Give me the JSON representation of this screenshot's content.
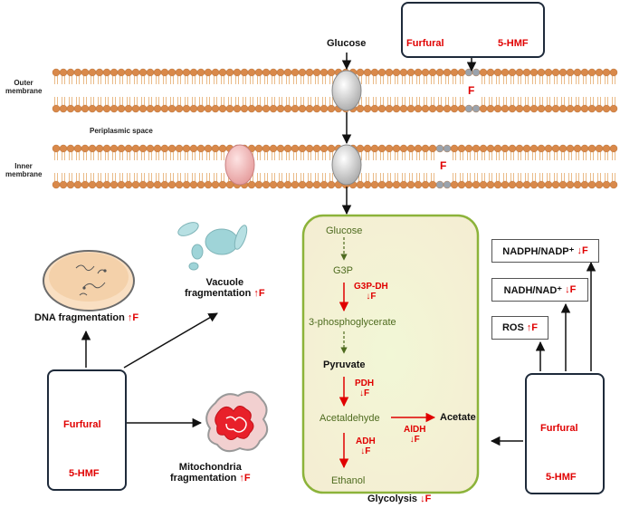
{
  "membrane": {
    "outer_label_line1": "Outer",
    "outer_label_line2": "membrane",
    "periplasmic_label": "Periplasmic space",
    "inner_label_line1": "Inner",
    "inner_label_line2": "membrane",
    "glucose_top": "Glucose",
    "f_outer": "F",
    "f_inner": "F"
  },
  "top_box": {
    "furfural": "Furfural",
    "hmf": "5-HMF"
  },
  "left_box": {
    "furfural": "Furfural",
    "hmf": "5-HMF"
  },
  "right_box": {
    "furfural": "Furfural",
    "hmf": "5-HMF"
  },
  "effects": {
    "dna": "DNA fragmentation",
    "vacuole_line1": "Vacuole",
    "vacuole_line2": "fragmentation",
    "mito_line1": "Mitochondria",
    "mito_line2": "fragmentation",
    "up_f": "↑F",
    "down_f": "↓F"
  },
  "pathway": {
    "glucose": "Glucose",
    "g3p": "G3P",
    "g3pdh": "G3P-DH",
    "phosphoglycerate": "3-phosphoglycerate",
    "pyruvate": "Pyruvate",
    "pdh": "PDH",
    "acetaldehyde": "Acetaldehyde",
    "aldh": "AlDH",
    "acetate": "Acetate",
    "adh": "ADH",
    "ethanol": "Ethanol",
    "glycolysis": "Glycolysis"
  },
  "ratios": {
    "nadph": "NADPH/NADP⁺",
    "nadh": "NADH/NAD⁺",
    "ros": "ROS"
  },
  "colors": {
    "lipid_head": "#d9894a",
    "lipid_tail": "#e8b47c",
    "transporter": "#dcdcdc",
    "pink_transporter": "#f2b8b8",
    "cell_fill": "#d6e8b0",
    "cell_border": "#8cb33a",
    "red": "#e00000",
    "vacuole": "#9fd4d8",
    "mito": "#e8202a"
  }
}
